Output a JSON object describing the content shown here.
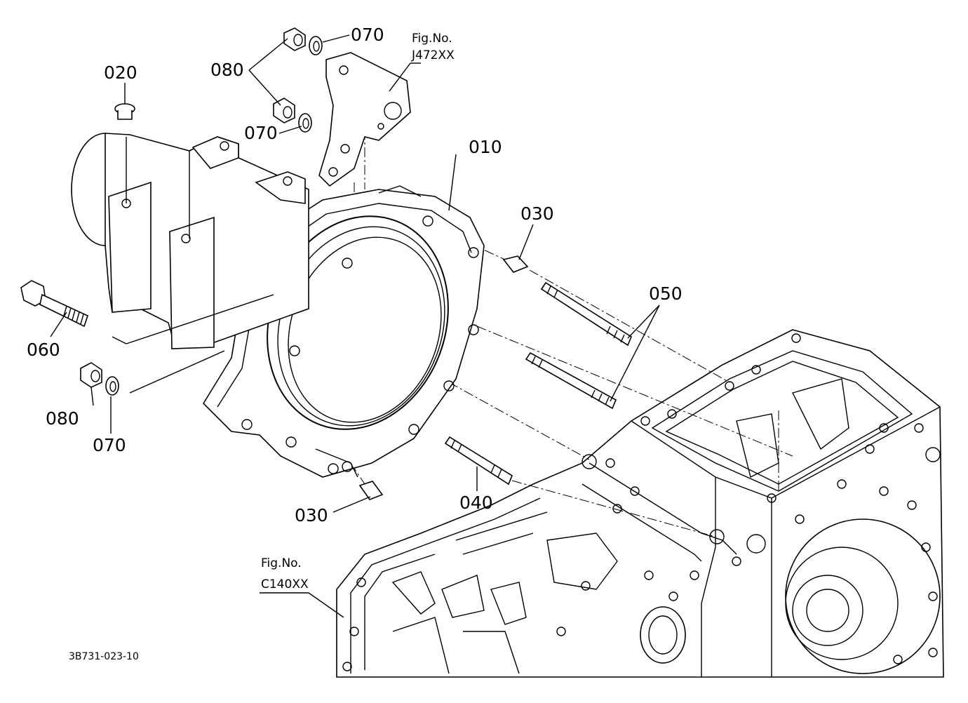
{
  "parts": [
    {
      "id": "010"
    },
    {
      "id": "020"
    },
    {
      "id": "030"
    },
    {
      "id": "040"
    },
    {
      "id": "050"
    },
    {
      "id": "060"
    },
    {
      "id": "070"
    },
    {
      "id": "080"
    }
  ],
  "labels": {
    "l010": "010",
    "l020": "020",
    "l030a": "030",
    "l030b": "030",
    "l040": "040",
    "l050": "050",
    "l060": "060",
    "l070a": "070",
    "l070b": "070",
    "l070c": "070",
    "l080a": "080",
    "l080b": "080"
  },
  "figrefs": {
    "top": {
      "prefix": "Fig.No.",
      "code": "J472XX"
    },
    "bottom": {
      "prefix": "Fig.No.",
      "code": "C140XX"
    }
  },
  "drawing_code": "3B731-023-10"
}
